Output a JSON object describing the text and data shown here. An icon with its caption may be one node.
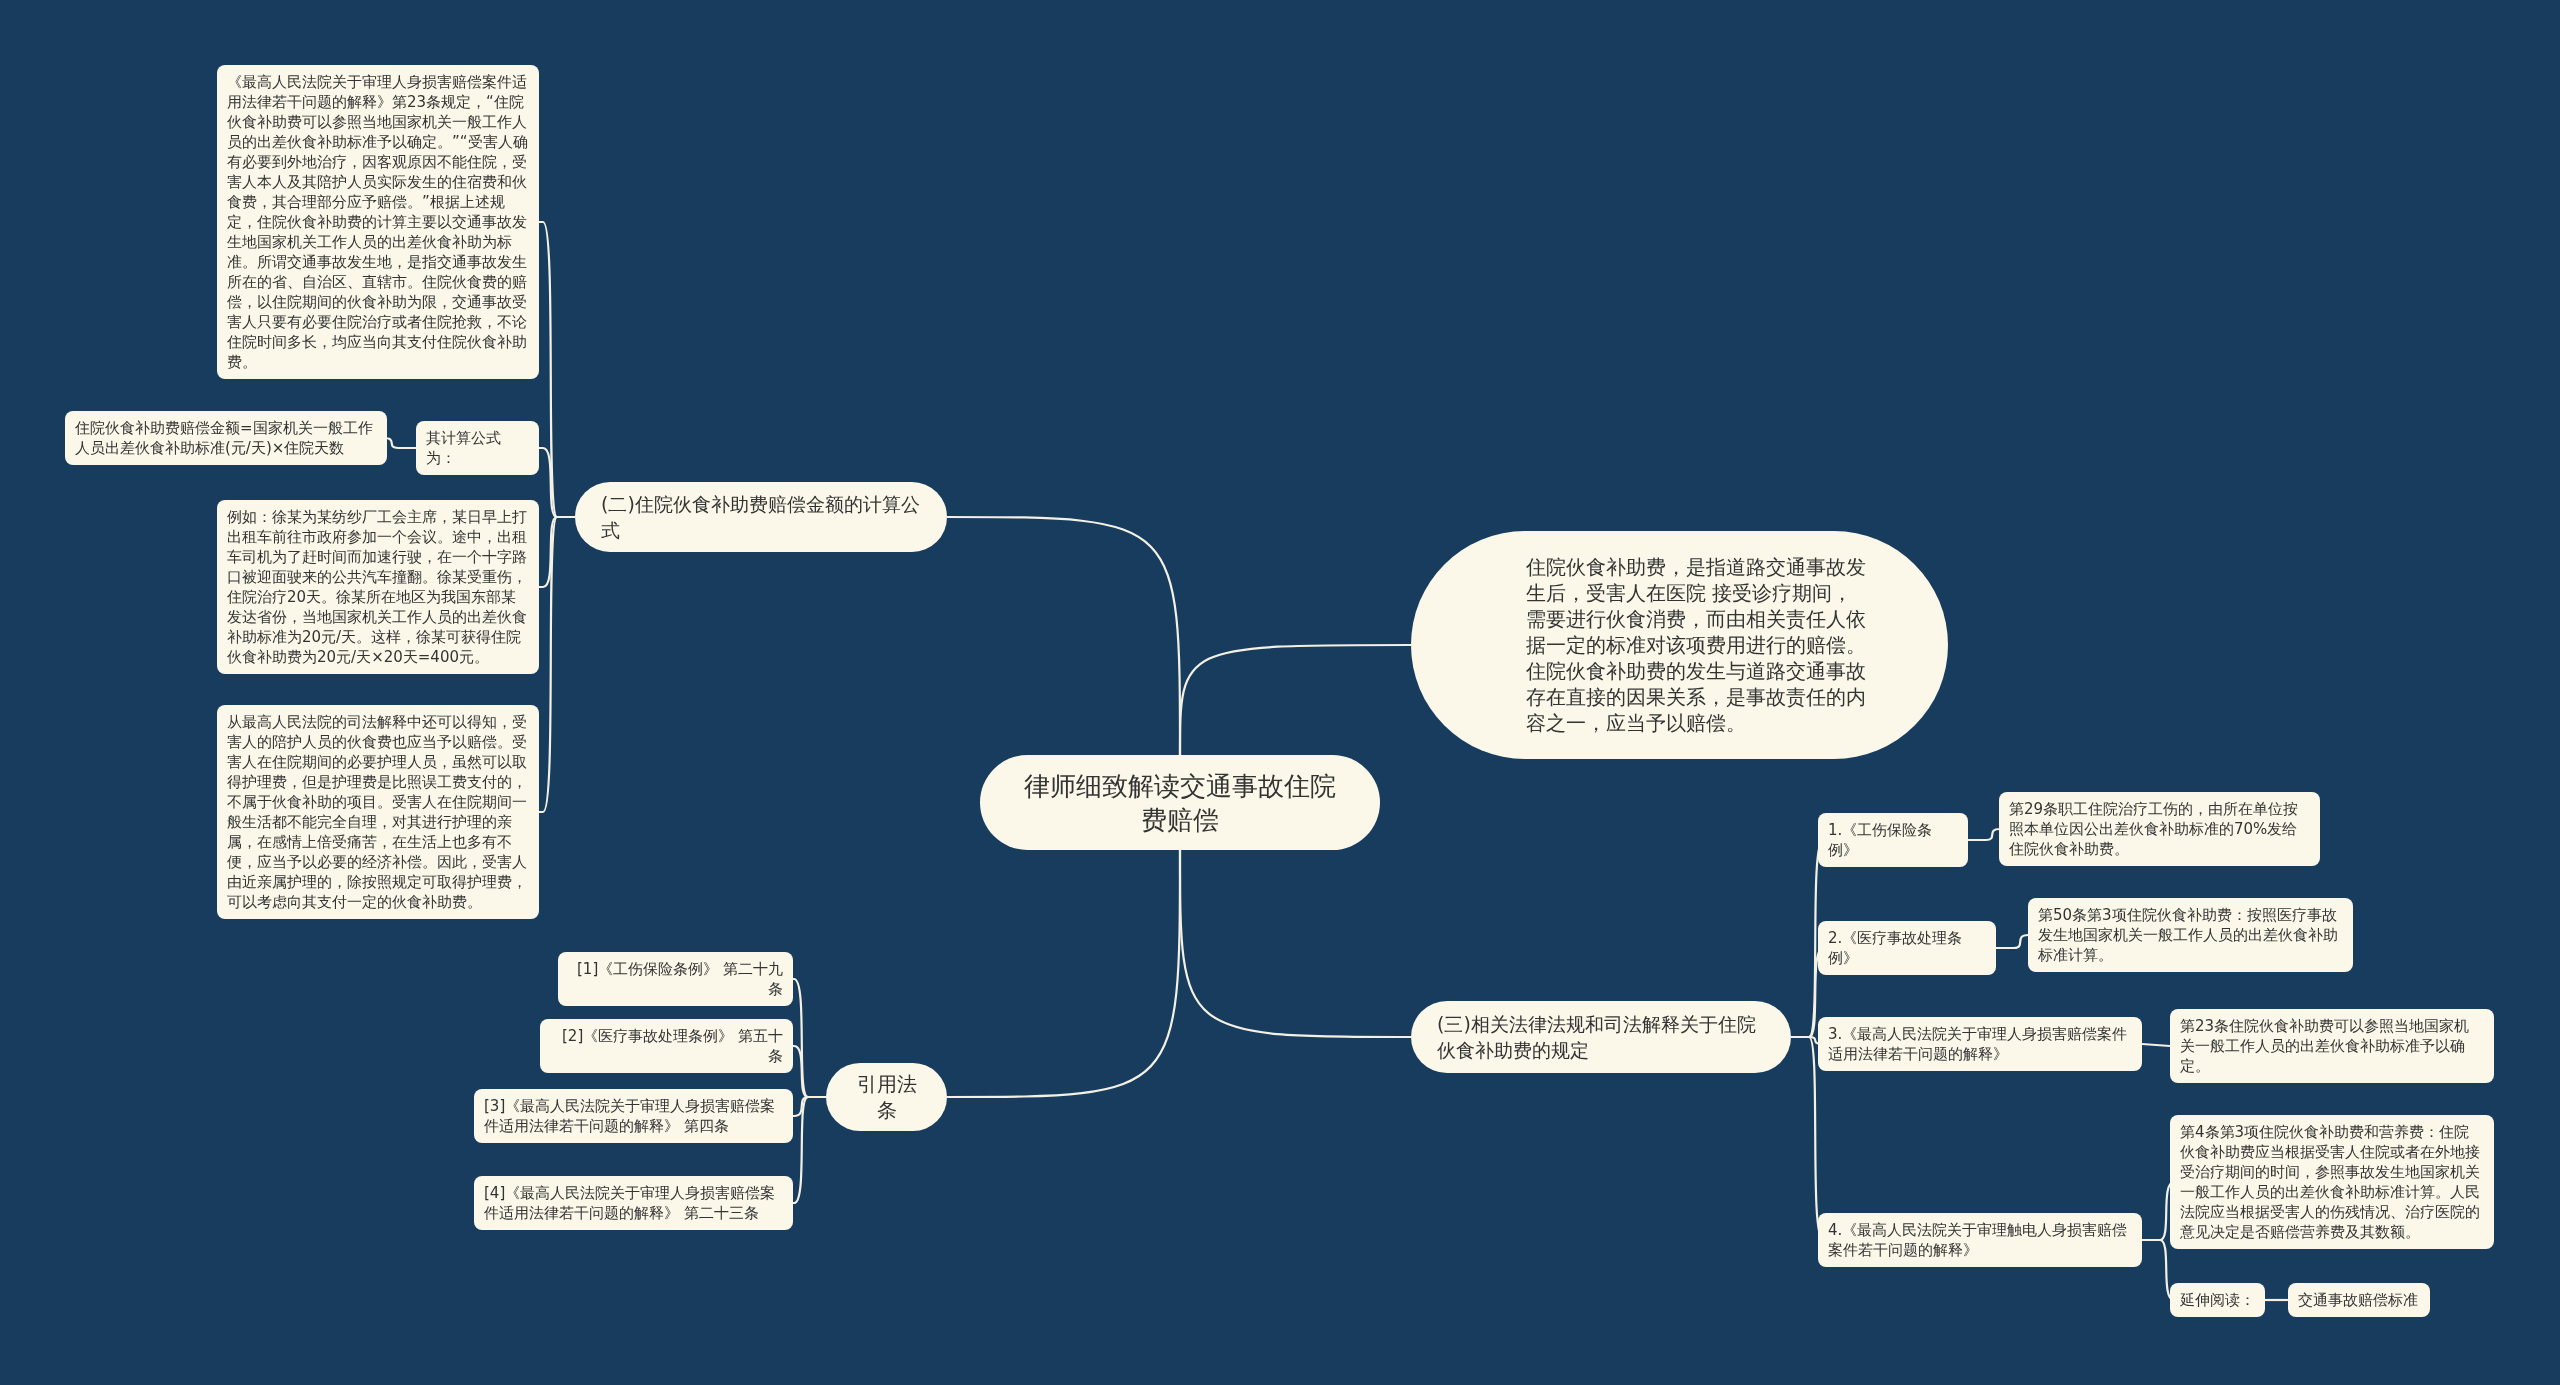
{
  "diagram": {
    "nodes": [
      {
        "text": [
          "律师细致解读交通事故住院费赔偿"
        ]
      },
      {
        "text": [
          "(二)住院伙食补助费赔偿金额的计算公式"
        ]
      },
      {
        "text": [
          "《最高人民法院关于审理人身损害赔偿案件适用法律若干问题的解释》第23条规定，“住院伙食补助费可以参照当地国家机关一般工作人员的出差伙食补助标准予以确定。”“受害人确有必要到外地治疗，因客观原因不能住院，受害人本人及其陪护人员实际发生的住宿费和伙食费，其合理部分应予赔偿。”根据上述规定，住院伙食补助费的计算主要以交通事故发生地国家机关工作人员的出差伙食补助为标准。所谓交通事故发生地，是指交通事故发生所在的省、自治区、直辖市。住院伙食费的赔偿，以住院期间的伙食补助为限，交通事故受害人只要有必要住院治疗或者住院抢救，不论住院时间多长，均应当向其支付住院伙食补助费。"
        ]
      },
      {
        "text": [
          "其计算公式为："
        ]
      },
      {
        "text": [
          "住院伙食补助费赔偿金额=国家机关一般工作人员出差伙食补助标准(元/天)×住院天数"
        ]
      },
      {
        "text": [
          "例如：徐某为某纺纱厂工会主席，某日早上打出租车前往市政府参加一个会议。途中，出租车司机为了赶时间而加速行驶，在一个十字路口被迎面驶来的公共汽车撞翻。徐某受重伤，住院治疗20天。徐某所在地区为我国东部某发达省份，当地国家机关工作人员的出差伙食补助标准为20元/天。这样，徐某可获得住院伙食补助费为20元/天×20天=400元。"
        ]
      },
      {
        "text": [
          "从最高人民法院的司法解释中还可以得知，受害人的陪护人员的伙食费也应当予以赔偿。受害人在住院期间的必要护理人员，虽然可以取得护理费，但是护理费是比照误工费支付的，不属于伙食补助的项目。受害人在住院期间一般生活都不能完全自理，对其进行护理的亲属，在感情上倍受痛苦，在生活上也多有不便，应当予以必要的经济补偿。因此，受害人由近亲属护理的，除按照规定可取得护理费，可以考虑向其支付一定的伙食补助费。"
        ]
      },
      {
        "text": [
          "住院伙食补助费，是指道路交通事故发生后，受害人在医院 接受诊疗期间，需要进行伙食消费，而由相关责任人依据一定的标准对该项费用进行的赔偿。住院伙食补助费的发生与道路交通事故存在直接的因果关系，是事故责任的内容之一，应当予以赔偿。"
        ]
      },
      {
        "text": [
          "(三)相关法律法规和司法解释关于住院伙食补助费的规定"
        ]
      },
      {
        "text": [
          "1.《工伤保险条例》"
        ]
      },
      {
        "text": [
          "第29条职工住院治疗工伤的，由所在单位按照本单位因公出差伙食补助标准的70%发给住院伙食补助费。"
        ]
      },
      {
        "text": [
          "2.《医疗事故处理条例》"
        ]
      },
      {
        "text": [
          "第50条第3项住院伙食补助费：按照医疗事故发生地国家机关一般工作人员的出差伙食补助标准计算。"
        ]
      },
      {
        "text": [
          "3.《最高人民法院关于审理人身损害赔偿案件适用法律若干问题的解释》"
        ]
      },
      {
        "text": [
          "第23条住院伙食补助费可以参照当地国家机关一般工作人员的出差伙食补助标准予以确定。"
        ]
      },
      {
        "text": [
          "4.《最高人民法院关于审理触电人身损害赔偿案件若干问题的解释》"
        ]
      },
      {
        "text": [
          "第4条第3项住院伙食补助费和营养费：住院伙食补助费应当根据受害人住院或者在外地接受治疗期间的时间，参照事故发生地国家机关一般工作人员的出差伙食补助标准计算。人民法院应当根据受害人的伤残情况、治疗医院的意见决定是否赔偿营养费及其数额。"
        ]
      },
      {
        "text": [
          "延伸阅读："
        ]
      },
      {
        "text": [
          "交通事故赔偿标准"
        ]
      },
      {
        "text": [
          "引用法条"
        ]
      },
      {
        "text": [
          "[1]《工伤保险条例》 第二十九条"
        ]
      },
      {
        "text": [
          "[2]《医疗事故处理条例》 第五十条"
        ]
      },
      {
        "text": [
          "[3]《最高人民法院关于审理人身损害赔偿案件适用法律若干问题的解释》 第四条"
        ]
      },
      {
        "text": [
          "[4]《最高人民法院关于审理人身损害赔偿案件适用法律若干问题的解释》 第二十三条"
        ]
      }
    ],
    "edges": [
      {
        "from": 0,
        "to": 1,
        "arrow": "none"
      },
      {
        "from": 1,
        "to": 2,
        "arrow": "none"
      },
      {
        "from": 1,
        "to": 3,
        "arrow": "none"
      },
      {
        "from": 3,
        "to": 4,
        "arrow": "none"
      },
      {
        "from": 1,
        "to": 5,
        "arrow": "none"
      },
      {
        "from": 1,
        "to": 6,
        "arrow": "none"
      },
      {
        "from": 0,
        "to": 7,
        "arrow": "none"
      },
      {
        "from": 0,
        "to": 8,
        "arrow": "none"
      },
      {
        "from": 8,
        "to": 9,
        "arrow": "none"
      },
      {
        "from": 9,
        "to": 10,
        "arrow": "none"
      },
      {
        "from": 8,
        "to": 11,
        "arrow": "none"
      },
      {
        "from": 11,
        "to": 12,
        "arrow": "none"
      },
      {
        "from": 8,
        "to": 13,
        "arrow": "none"
      },
      {
        "from": 13,
        "to": 14,
        "arrow": "none"
      },
      {
        "from": 8,
        "to": 15,
        "arrow": "none"
      },
      {
        "from": 15,
        "to": 16,
        "arrow": "none"
      },
      {
        "from": 15,
        "to": 17,
        "arrow": "none"
      },
      {
        "from": 17,
        "to": 18,
        "arrow": "none"
      },
      {
        "from": 0,
        "to": 19,
        "arrow": "none"
      },
      {
        "from": 19,
        "to": 20,
        "arrow": "none"
      },
      {
        "from": 19,
        "to": 21,
        "arrow": "none"
      },
      {
        "from": 19,
        "to": 22,
        "arrow": "none"
      },
      {
        "from": 19,
        "to": 23,
        "arrow": "none"
      }
    ]
  }
}
